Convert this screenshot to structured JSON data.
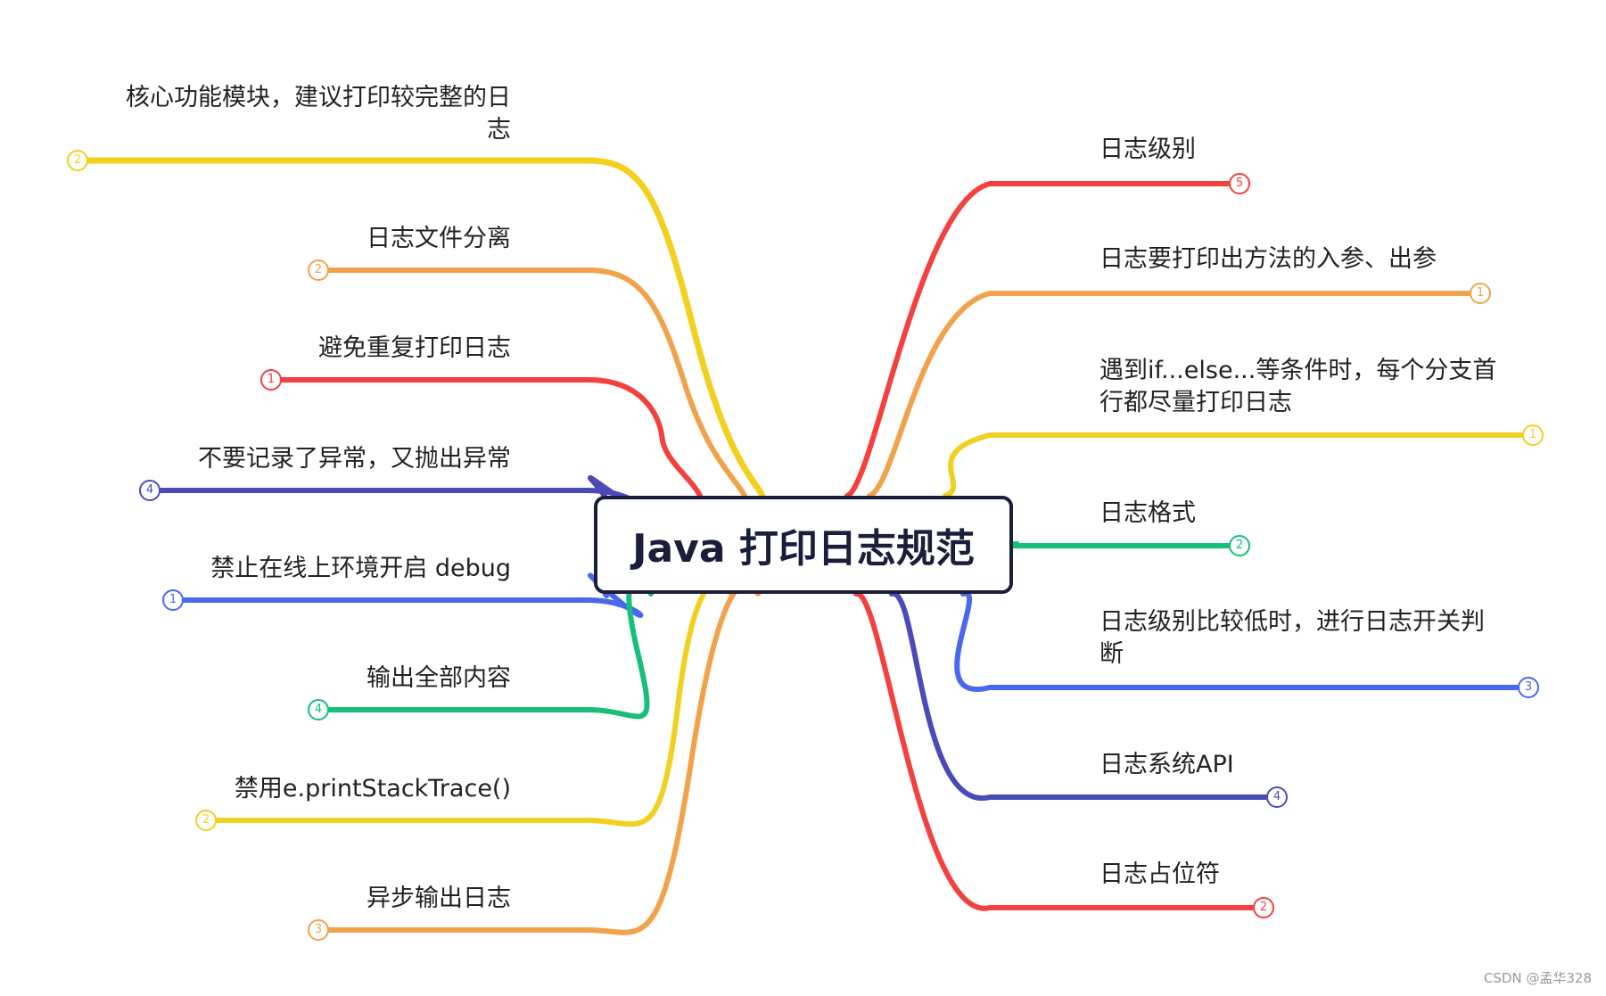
{
  "center": {
    "title": "Java 打印日志规范",
    "color": "#1b1e3b"
  },
  "branches_left": [
    {
      "label": "核心功能模块，建议打印较完整的日\n志",
      "badge": "2",
      "color": "#f2d01f"
    },
    {
      "label": "日志文件分离",
      "badge": "2",
      "color": "#f2a24a"
    },
    {
      "label": "避免重复打印日志",
      "badge": "1",
      "color": "#f2413f"
    },
    {
      "label": "不要记录了异常，又抛出异常",
      "badge": "4",
      "color": "#4a4ab8"
    },
    {
      "label": "禁止在线上环境开启 debug",
      "badge": "1",
      "color": "#4a67f0"
    },
    {
      "label": "输出全部内容",
      "badge": "4",
      "color": "#16c07a"
    },
    {
      "label": "禁用e.printStackTrace()",
      "badge": "2",
      "color": "#f2d01f"
    },
    {
      "label": "异步输出日志",
      "badge": "3",
      "color": "#f2a24a"
    }
  ],
  "branches_right": [
    {
      "label": "日志级别",
      "badge": "5",
      "color": "#f2413f"
    },
    {
      "label": "日志要打印出方法的入参、出参",
      "badge": "1",
      "color": "#f2a24a"
    },
    {
      "label": "遇到if...else...等条件时，每个分支首\n行都尽量打印日志",
      "badge": "1",
      "color": "#f2d01f"
    },
    {
      "label": "日志格式",
      "badge": "2",
      "color": "#16c07a"
    },
    {
      "label": "日志级别比较低时，进行日志开关判\n断",
      "badge": "3",
      "color": "#4a67f0"
    },
    {
      "label": "日志系统API",
      "badge": "4",
      "color": "#4a4ab8"
    },
    {
      "label": "日志占位符",
      "badge": "2",
      "color": "#f2413f"
    }
  ],
  "watermark": "CSDN @孟华328"
}
